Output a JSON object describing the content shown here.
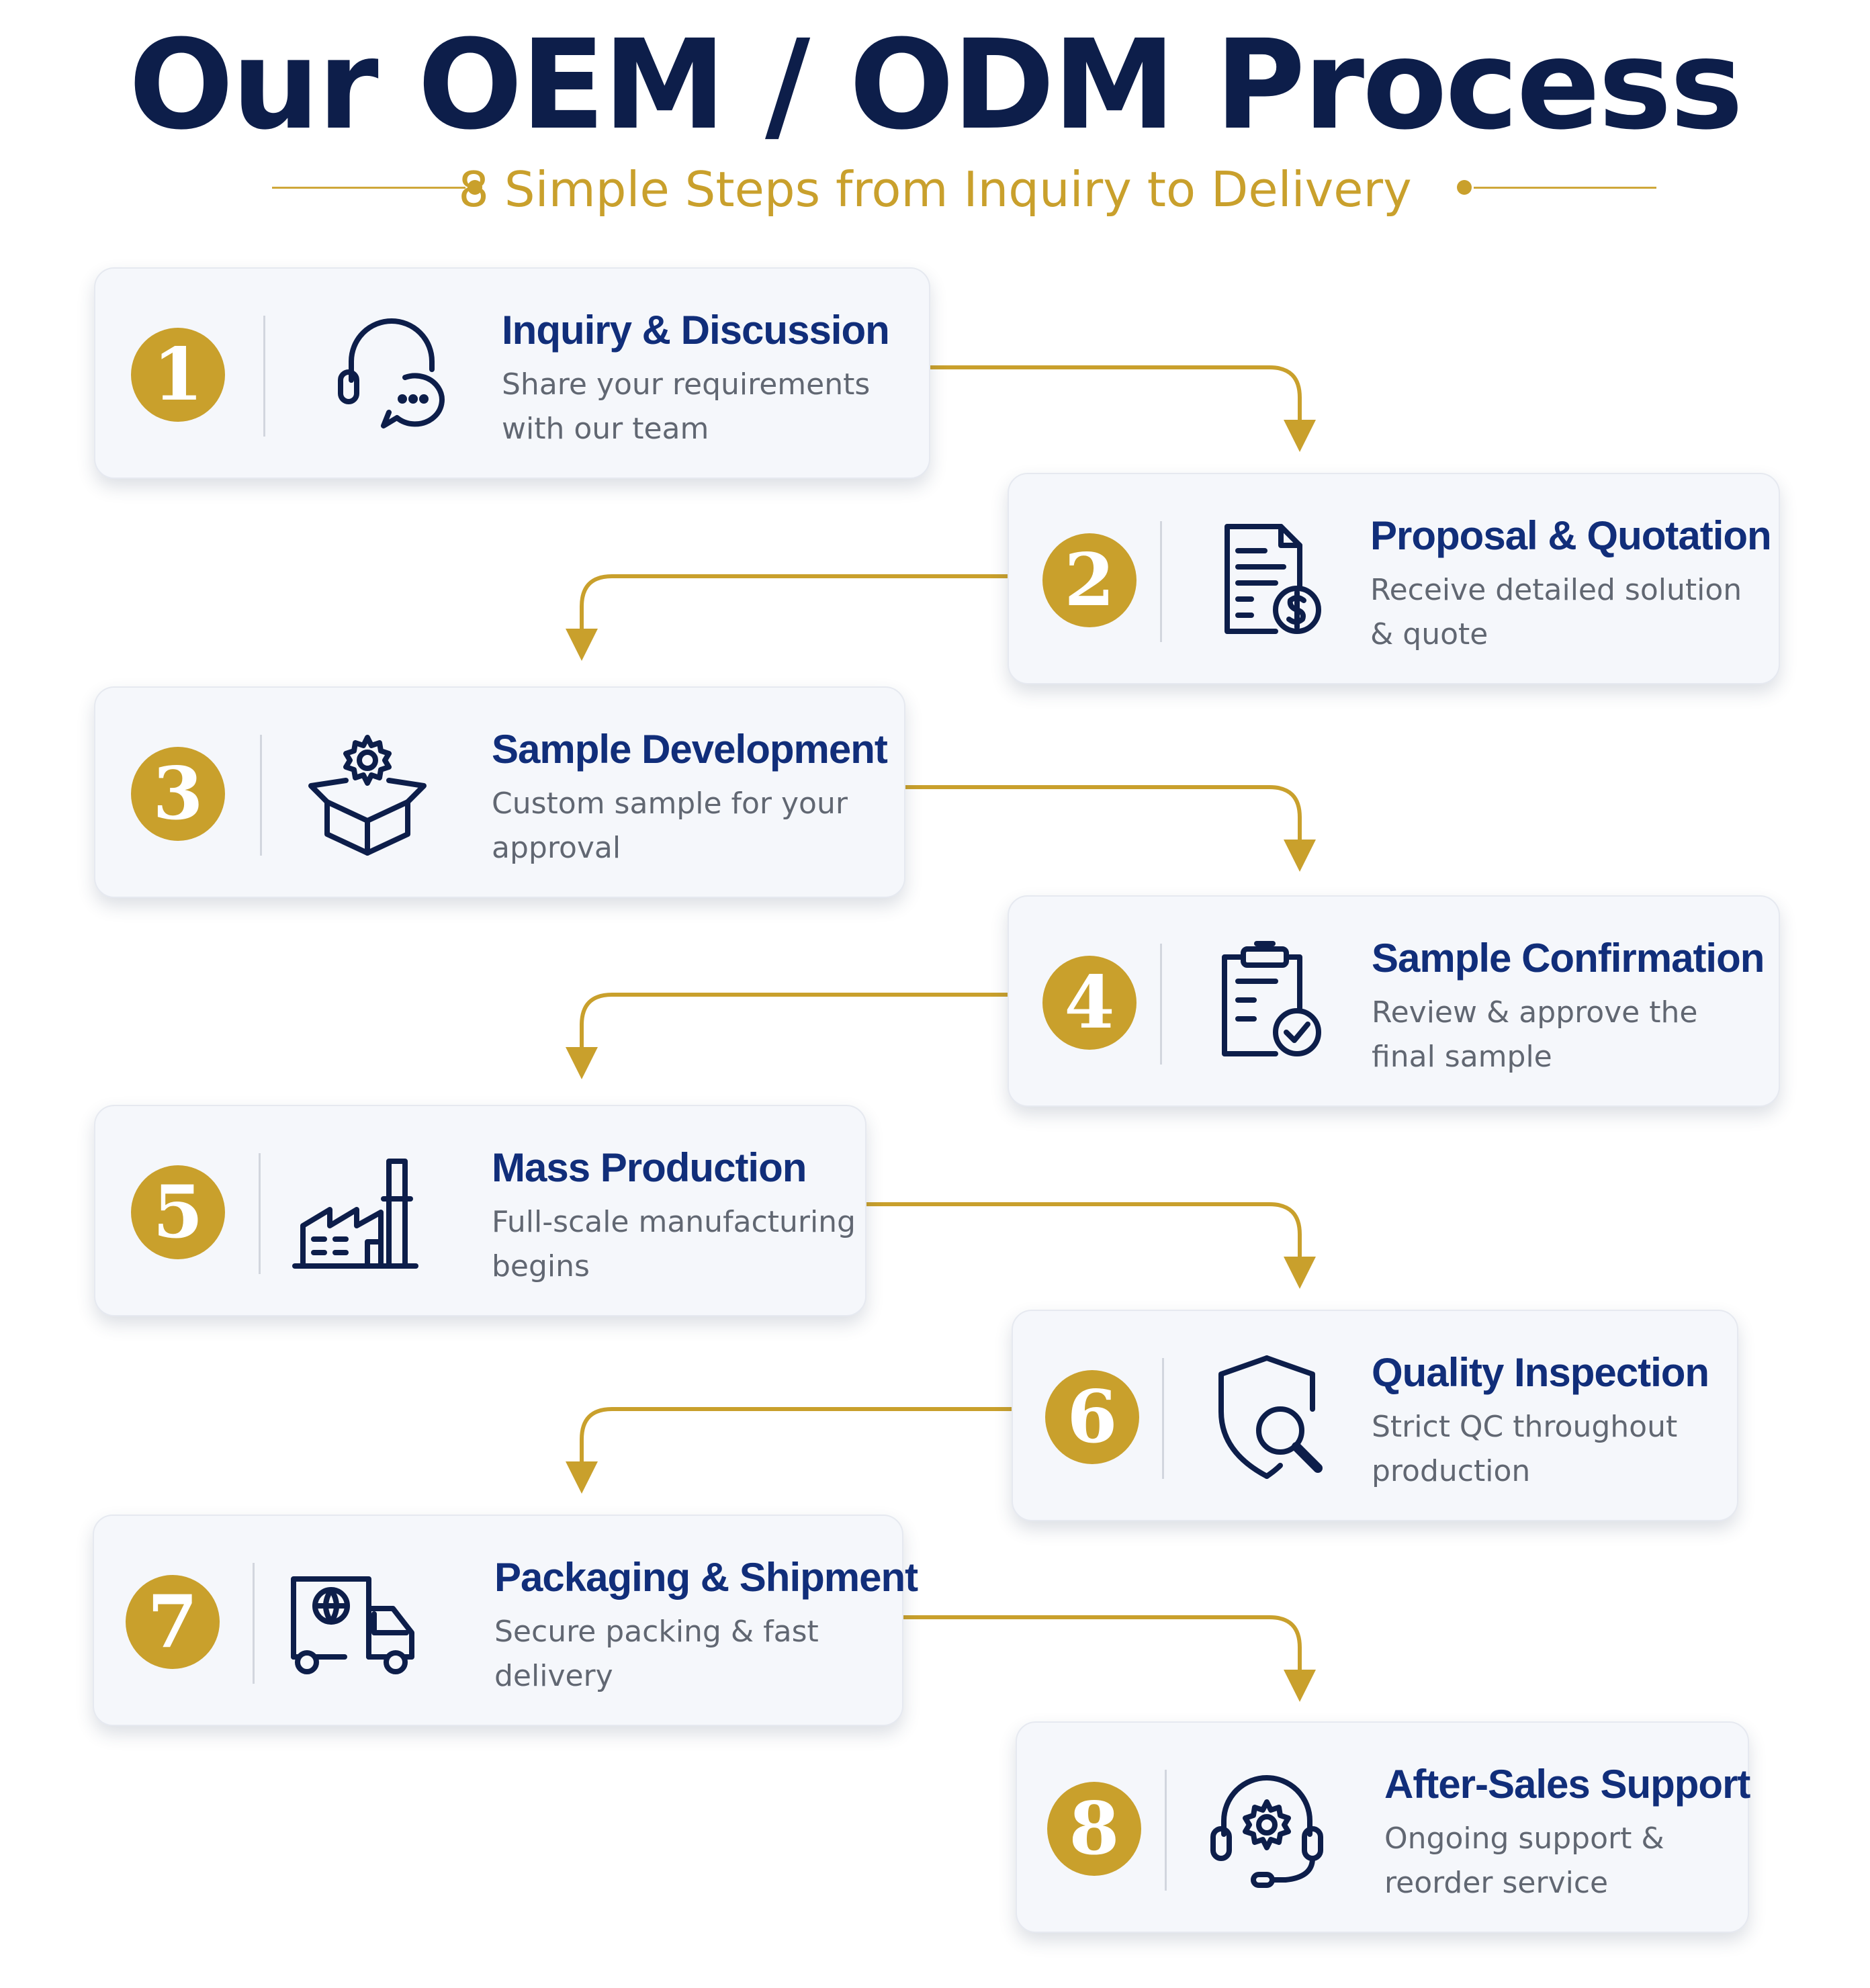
{
  "header": {
    "title": "Our OEM / ODM Process",
    "subtitle": "8 Simple Steps from Inquiry to Delivery"
  },
  "colors": {
    "navy": "#0d1e4a",
    "step_title_blue": "#112e7a",
    "gold": "#c9a02c",
    "card_background": "#f5f7fb",
    "description_gray": "#616772"
  },
  "steps": [
    {
      "number": "1",
      "title": "Inquiry & Discussion",
      "description": "Share your requirements with our team",
      "icon": "headset-chat-icon"
    },
    {
      "number": "2",
      "title": "Proposal & Quotation",
      "description": "Receive detailed solution & quote",
      "icon": "document-dollar-icon"
    },
    {
      "number": "3",
      "title": "Sample Development",
      "description": "Custom sample for your approval",
      "icon": "box-gear-icon"
    },
    {
      "number": "4",
      "title": "Sample Confirmation",
      "description": "Review & approve the final sample",
      "icon": "clipboard-check-icon"
    },
    {
      "number": "5",
      "title": "Mass Production",
      "description": "Full-scale manufacturing begins",
      "icon": "factory-icon"
    },
    {
      "number": "6",
      "title": "Quality Inspection",
      "description": "Strict QC throughout production",
      "icon": "shield-search-icon"
    },
    {
      "number": "7",
      "title": "Packaging & Shipment",
      "description": "Secure packing & fast delivery",
      "icon": "delivery-truck-icon"
    },
    {
      "number": "8",
      "title": "After-Sales Support",
      "description": "Ongoing support & reorder service",
      "icon": "headset-gear-icon"
    }
  ]
}
